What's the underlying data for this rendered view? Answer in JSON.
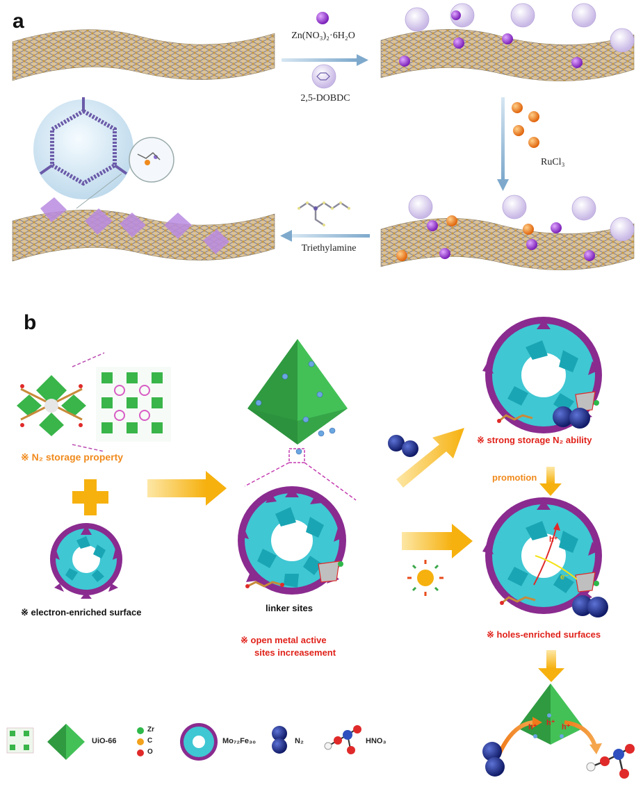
{
  "panel_a": {
    "label": "a",
    "reagent_1": "Zn(NO₃)₂·6H₂O",
    "reagent_2": "2,5-DOBDC",
    "reagent_3": "RuCl₃",
    "reagent_4": "Triethylamine"
  },
  "panel_b": {
    "label": "b",
    "n2_storage": "※ N₂ storage  property",
    "electron_surface": "※ electron-enriched surface",
    "linker_sites": "linker sites",
    "open_metal_1": "※ open metal active",
    "open_metal_2": "sites increasement",
    "strong_storage": "※ strong storage N₂ ability",
    "promotion": "promotion",
    "holes_surfaces": "※ holes-enriched surfaces",
    "h_plus": "h⁺",
    "e_minus": "e⁻",
    "b_h1": "h⁺",
    "b_h2": "h⁺",
    "b_h3": "h⁺"
  },
  "legend": {
    "uio": "UiO-66",
    "zr": "Zr",
    "c": "C",
    "o": "O",
    "mofe": "Mo₇₂Fe₃₀",
    "n2": "N₂",
    "hno3": "HNO₃"
  },
  "colors": {
    "sheet": "#c9a56a",
    "sheet_edge": "#6a6f9a",
    "zn": "#9b3fd6",
    "ru": "#f08a1c",
    "uio_green": "#2fa84a",
    "cyan": "#3fc7d3",
    "magenta": "#8a2b8f",
    "n2_blue": "#1f2f8f",
    "arrow_yellow": "#f6b820",
    "arrow_blue": "#8fb8d8"
  }
}
